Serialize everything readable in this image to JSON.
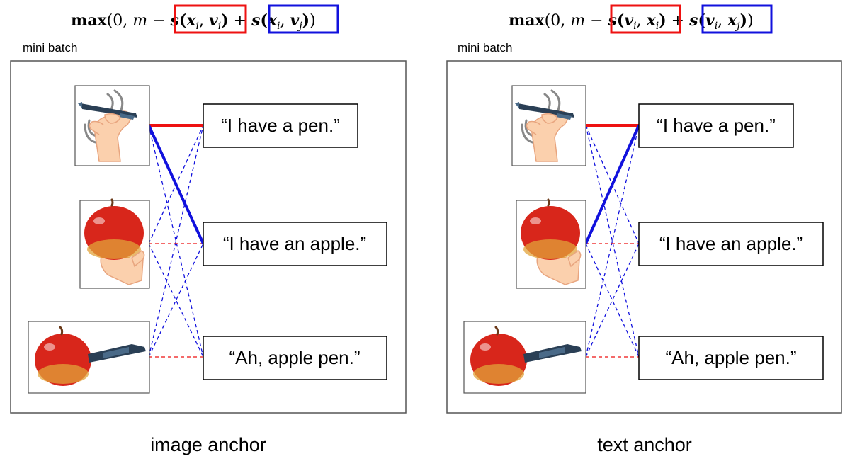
{
  "panels": [
    {
      "id": "image-anchor",
      "formula": {
        "prefix": "max",
        "open": "(0, ",
        "m": "m",
        "minus": " − ",
        "pos_term": {
          "fn": "s",
          "a": "x",
          "a_sub": "i",
          "b": "v",
          "b_sub": "i"
        },
        "plus": " + ",
        "neg_term": {
          "fn": "s",
          "a": "x",
          "a_sub": "i",
          "b": "v",
          "b_sub": "j"
        },
        "close": ")"
      },
      "mini_batch_label": "mini batch",
      "sentences": [
        "“I have a pen.”",
        "“I have an apple.”",
        "“Ah, apple pen.”"
      ],
      "images": [
        "pen-in-hand",
        "apple-in-hand",
        "apple-pen"
      ],
      "caption": "image anchor",
      "anchor": {
        "kind": "image",
        "index": 0,
        "positive": 0,
        "negative": 1
      }
    },
    {
      "id": "text-anchor",
      "formula": {
        "prefix": "max",
        "open": "(0, ",
        "m": "m",
        "minus": " − ",
        "pos_term": {
          "fn": "s",
          "a": "v",
          "a_sub": "i",
          "b": "x",
          "b_sub": "i"
        },
        "plus": " + ",
        "neg_term": {
          "fn": "s",
          "a": "v",
          "a_sub": "i",
          "b": "x",
          "b_sub": "j"
        },
        "close": ")"
      },
      "mini_batch_label": "mini batch",
      "sentences": [
        "“I have a pen.”",
        "“I have an apple.”",
        "“Ah, apple pen.”"
      ],
      "images": [
        "pen-in-hand",
        "apple-in-hand",
        "apple-pen"
      ],
      "caption": "text anchor",
      "anchor": {
        "kind": "text",
        "index": 0,
        "positive": 0,
        "negative": 1
      }
    }
  ],
  "colors": {
    "positive": "#ee1111",
    "negative": "#1111dd",
    "frame": "#555555",
    "box": "#000000",
    "apple": "#d8261b",
    "apple_dark": "#a3160f",
    "apple_yellow": "#e2a33a",
    "skin": "#fbd0ad",
    "skin_line": "#e8a57f",
    "pen": "#2a3f55",
    "pen_light": "#4a6a88"
  }
}
